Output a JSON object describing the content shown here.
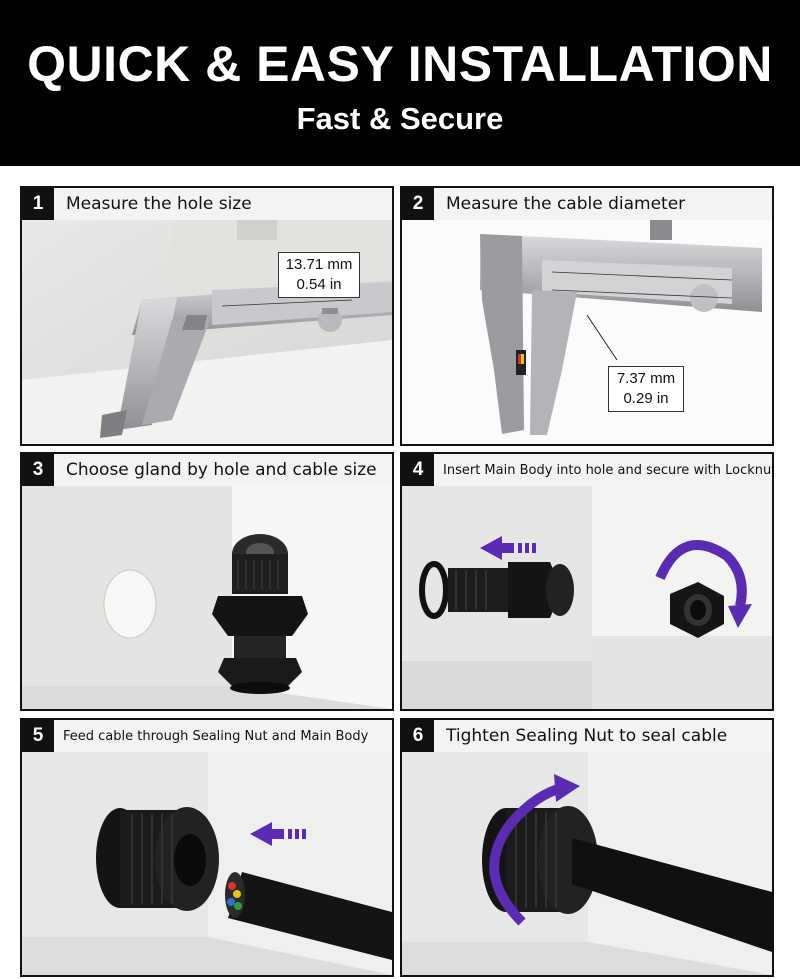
{
  "header": {
    "title": "QUICK & EASY INSTALLATION",
    "subtitle": "Fast & Secure"
  },
  "steps": [
    {
      "number": "1",
      "label": "Measure the hole size",
      "reading_mm": "13.71 mm",
      "reading_in": "0.54 in"
    },
    {
      "number": "2",
      "label": "Measure the cable diameter",
      "reading_mm": "7.37 mm",
      "reading_in": "0.29 in"
    },
    {
      "number": "3",
      "label": "Choose gland by hole and cable size"
    },
    {
      "number": "4",
      "label": "Insert Main Body into hole and secure with Locknut"
    },
    {
      "number": "5",
      "label": "Feed cable through Sealing Nut and Main Body"
    },
    {
      "number": "6",
      "label": "Tighten Sealing Nut to seal cable"
    }
  ],
  "colors": {
    "header_bg": "#000000",
    "arrow_purple": "#5b2bb3",
    "gland_black": "#1a1a1a",
    "panel_border": "#111111"
  }
}
